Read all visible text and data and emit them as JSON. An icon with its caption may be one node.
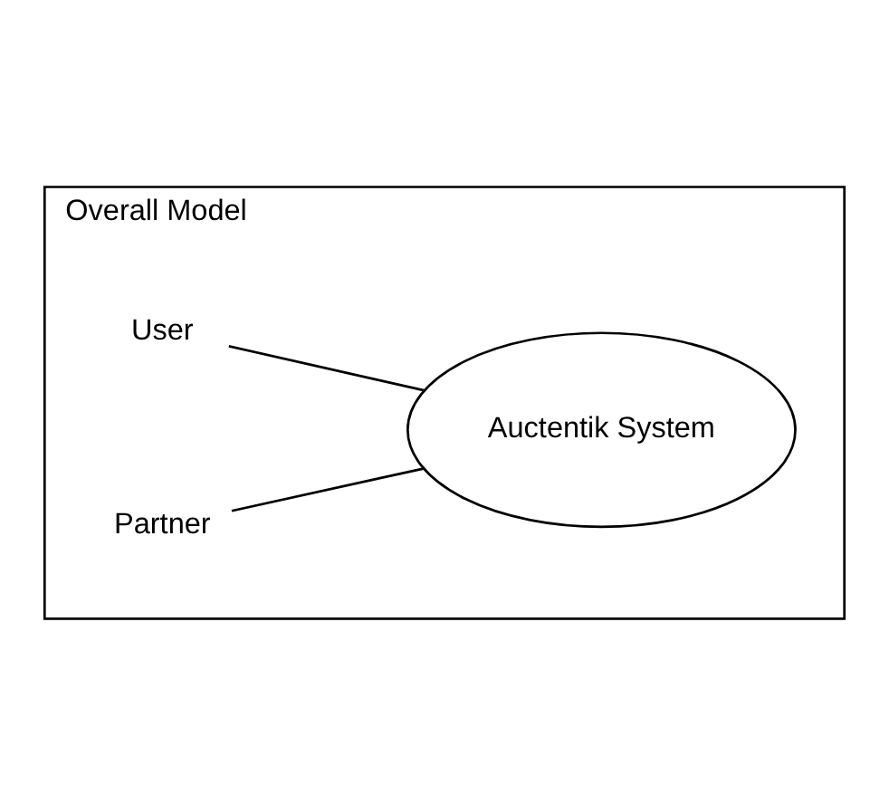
{
  "diagram": {
    "nodes": [
      {
        "text": [
          "Overall Model"
        ]
      },
      {
        "text": [
          "User"
        ],
        "in": 0
      },
      {
        "text": [
          "Partner"
        ],
        "in": 0
      },
      {
        "text": [
          "Auctentik System"
        ],
        "in": 0
      }
    ],
    "edges": [
      {
        "from": 1,
        "to": 3,
        "arrow": "none"
      },
      {
        "from": 2,
        "to": 3,
        "arrow": "none"
      }
    ]
  }
}
